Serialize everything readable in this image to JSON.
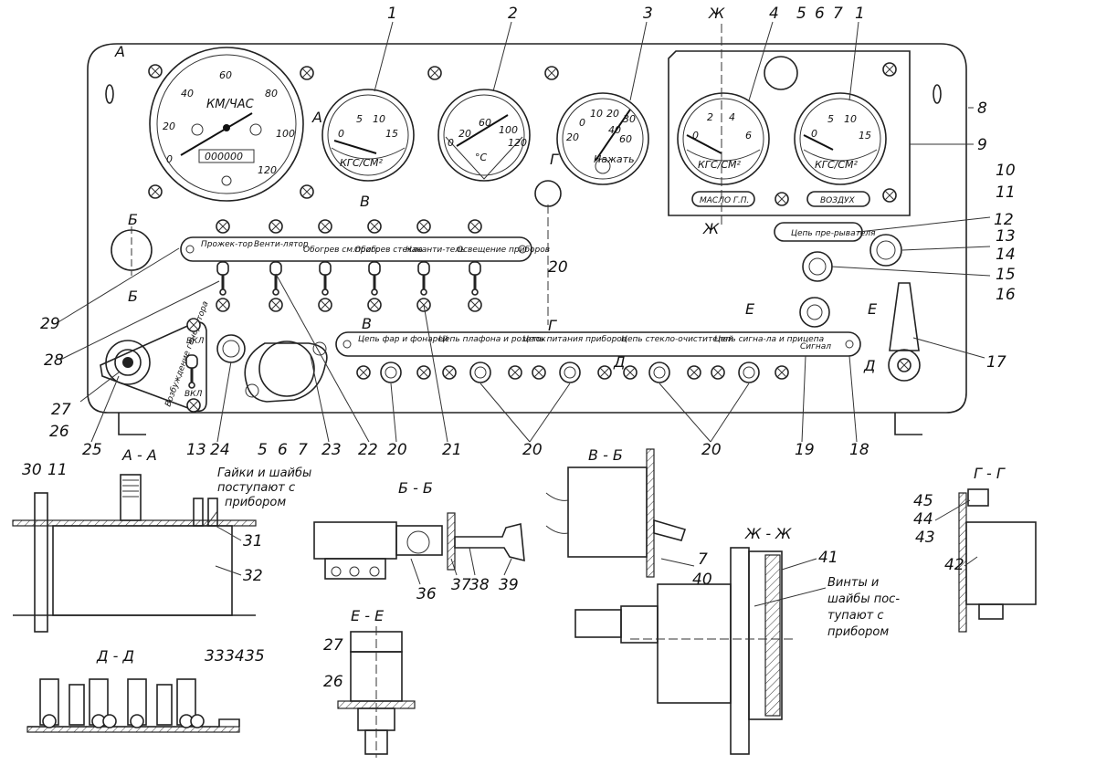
{
  "speedometer": {
    "unit": "КМ/ЧАС",
    "scale": [
      "0",
      "20",
      "40",
      "60",
      "80",
      "100",
      "120"
    ],
    "odometer": "000000"
  },
  "gauges": [
    {
      "id": "g1",
      "unit": "КГС/СМ²",
      "scale": [
        "0",
        "5",
        "10",
        "15"
      ]
    },
    {
      "id": "g2",
      "unit": "°С",
      "scale": [
        "0",
        "20",
        "60",
        "100",
        "120"
      ]
    },
    {
      "id": "g3",
      "unit": "Нажать",
      "scale": [
        "0",
        "10",
        "20",
        "30",
        "40",
        "60",
        "20"
      ]
    },
    {
      "id": "g4",
      "unit": "КГС/СМ²",
      "scale": [
        "0",
        "2",
        "4",
        "6"
      ],
      "plate": "МАСЛО Г.П."
    },
    {
      "id": "g5",
      "unit": "КГС/СМ²",
      "scale": [
        "0",
        "5",
        "10",
        "15"
      ],
      "plate": "ВОЗДУХ"
    }
  ],
  "switch_plate": [
    "Прожек-тор",
    "Венти-лятор",
    "Обогрев см.приб.",
    "Обогрев стекла",
    "Наканти-тель",
    "Освещение приборов"
  ],
  "fuse_plate": [
    "Цепь фар и фонарей",
    "Цепь плафона и розеток",
    "Цепь питания приборов",
    "Цепь стекло-очистителей",
    "Цепь сигна-ла и прицепа",
    "Сигнал"
  ],
  "breaker_plate": "Цепь пре-рывателя",
  "generator_plate": {
    "title": "Возбуждение генератора",
    "on": "ВКЛ",
    "off": "ВКЛ"
  },
  "section_marks": [
    "А",
    "А",
    "Б",
    "Б",
    "В",
    "В",
    "Г",
    "Г",
    "Ж",
    "Ж",
    "Е",
    "Е",
    "Д",
    "Д"
  ],
  "callouts": [
    "1",
    "2",
    "3",
    "4",
    "5",
    "6",
    "7",
    "1",
    "8",
    "9",
    "10",
    "11",
    "12",
    "13",
    "14",
    "15",
    "16",
    "17",
    "18",
    "19",
    "20",
    "20",
    "20",
    "20",
    "21",
    "22",
    "23",
    "5",
    "6",
    "7",
    "24",
    "13",
    "25",
    "26",
    "27",
    "28",
    "29",
    "30",
    "11",
    "31",
    "32",
    "33",
    "34",
    "35",
    "36",
    "37",
    "38",
    "39",
    "7",
    "40",
    "41",
    "42",
    "43",
    "44",
    "45",
    "27",
    "26"
  ],
  "section_titles": [
    "А - А",
    "Б - Б",
    "В - Б",
    "Д - Д",
    "Е - Е",
    "Ж - Ж",
    "Г - Г"
  ],
  "notes": {
    "nuts_line1": "Гайки и шайбы",
    "nuts_line2": "поступают с",
    "nuts_line3": "прибором",
    "screws_line1": "Винты и",
    "screws_line2": "шайбы пос-",
    "screws_line3": "тупают с",
    "screws_line4": "прибором"
  }
}
